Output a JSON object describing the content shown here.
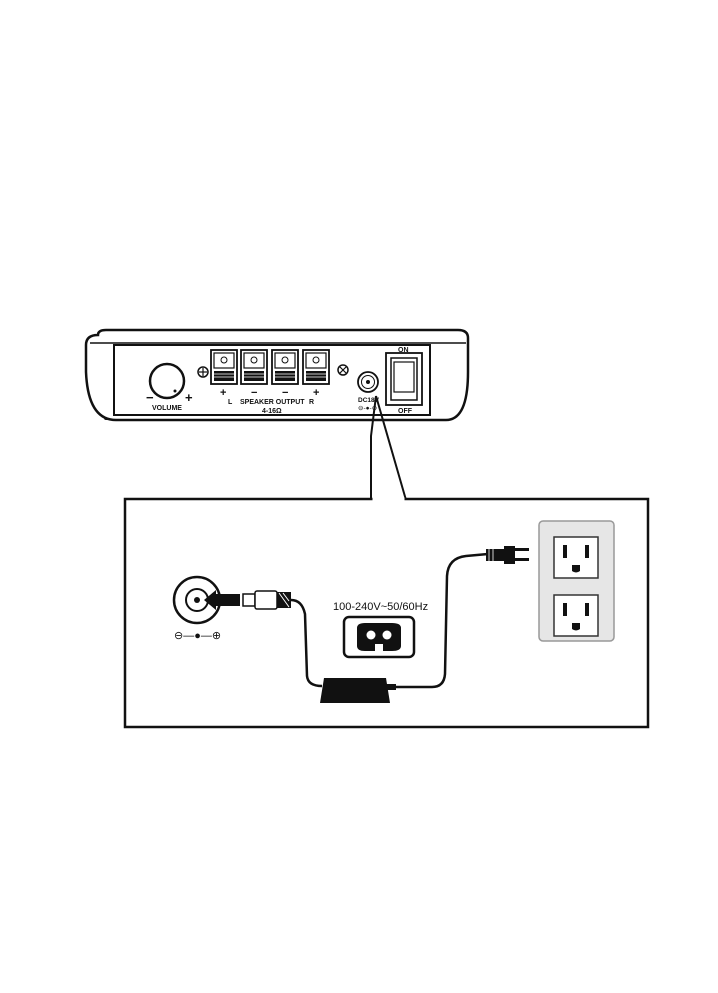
{
  "device": {
    "volume_label": "VOLUME",
    "volume_minus": "−",
    "volume_plus": "+",
    "terminal_signs": [
      "+",
      "−",
      "−",
      "+"
    ],
    "channel_left": "L",
    "channel_right": "R",
    "speaker_output_label": "SPEAKER OUTPUT",
    "impedance_label": "4-16Ω",
    "dc_label": "DC18V",
    "dc_polarity": "⊖-●-⊕",
    "switch_on": "ON",
    "switch_off": "OFF"
  },
  "inset": {
    "dc_jack_polarity": "⊖—●—⊕",
    "adapter_rating": "100-240V~50/60Hz"
  }
}
